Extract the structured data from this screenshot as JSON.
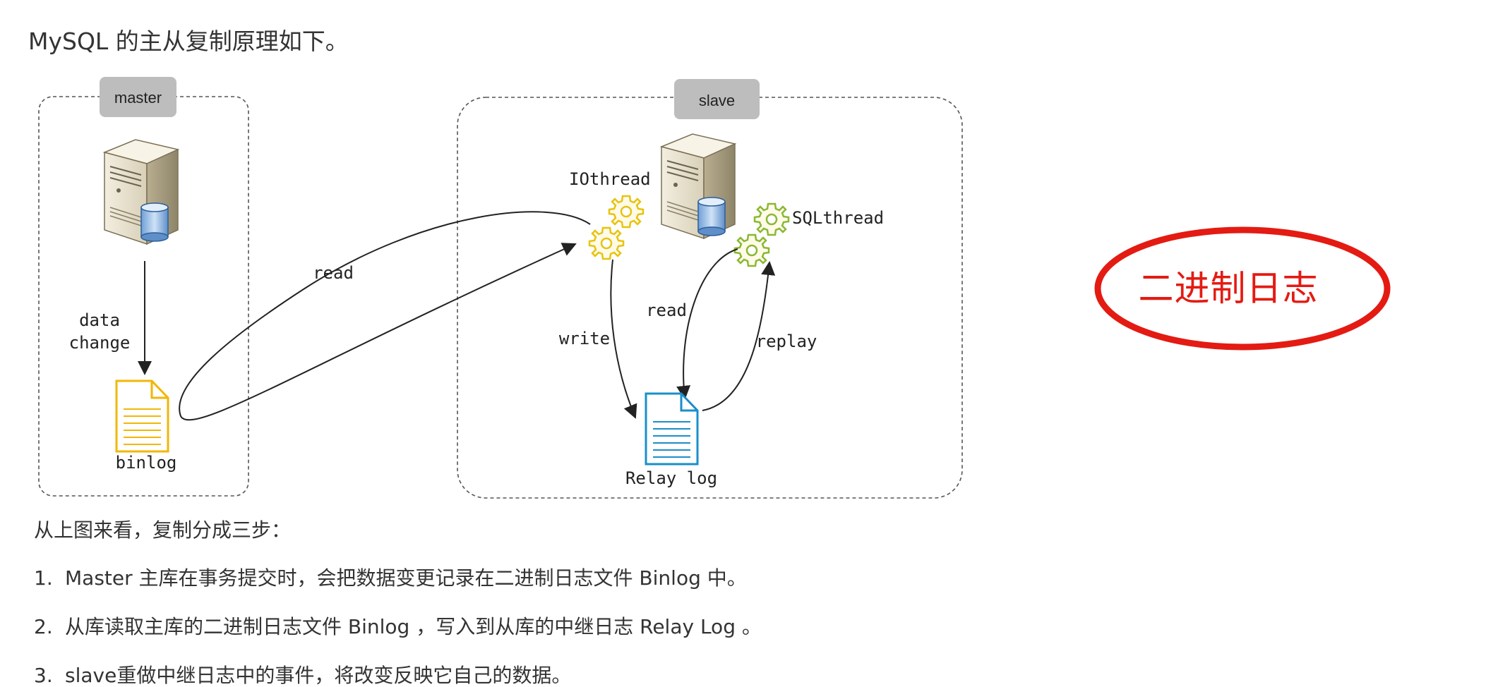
{
  "intro": "MySQL 的主从复制原理如下。",
  "diagram": {
    "master": {
      "tag": "master",
      "edge_label": [
        "data",
        "change"
      ],
      "binlog_label": "binlog"
    },
    "slave": {
      "tag": "slave",
      "io_thread": "IOthread",
      "sql_thread": "SQLthread",
      "write_label": "write",
      "read_label": "read",
      "replay_label": "replay",
      "relay_log_label": "Relay log"
    },
    "read_arrow_label": "read"
  },
  "annotation": {
    "text": "二进制日志",
    "color": "#e31b13"
  },
  "steps": {
    "lead": "从上图来看，复制分成三步：",
    "items": [
      {
        "num": "1.",
        "text": "Master 主库在事务提交时，会把数据变更记录在二进制日志文件 Binlog 中。"
      },
      {
        "num": "2.",
        "text": "从库读取主库的二进制日志文件 Binlog ，写入到从库的中继日志 Relay Log 。"
      },
      {
        "num": "3.",
        "text": "slave重做中继日志中的事件，将改变反映它自己的数据。"
      }
    ]
  },
  "colors": {
    "binlog_icon": "#f2b705",
    "relay_log_icon": "#1a8fc9",
    "gear": "#e8c30f",
    "gear_sql": "#8ab833",
    "tag_bg": "#bdbdbd"
  }
}
